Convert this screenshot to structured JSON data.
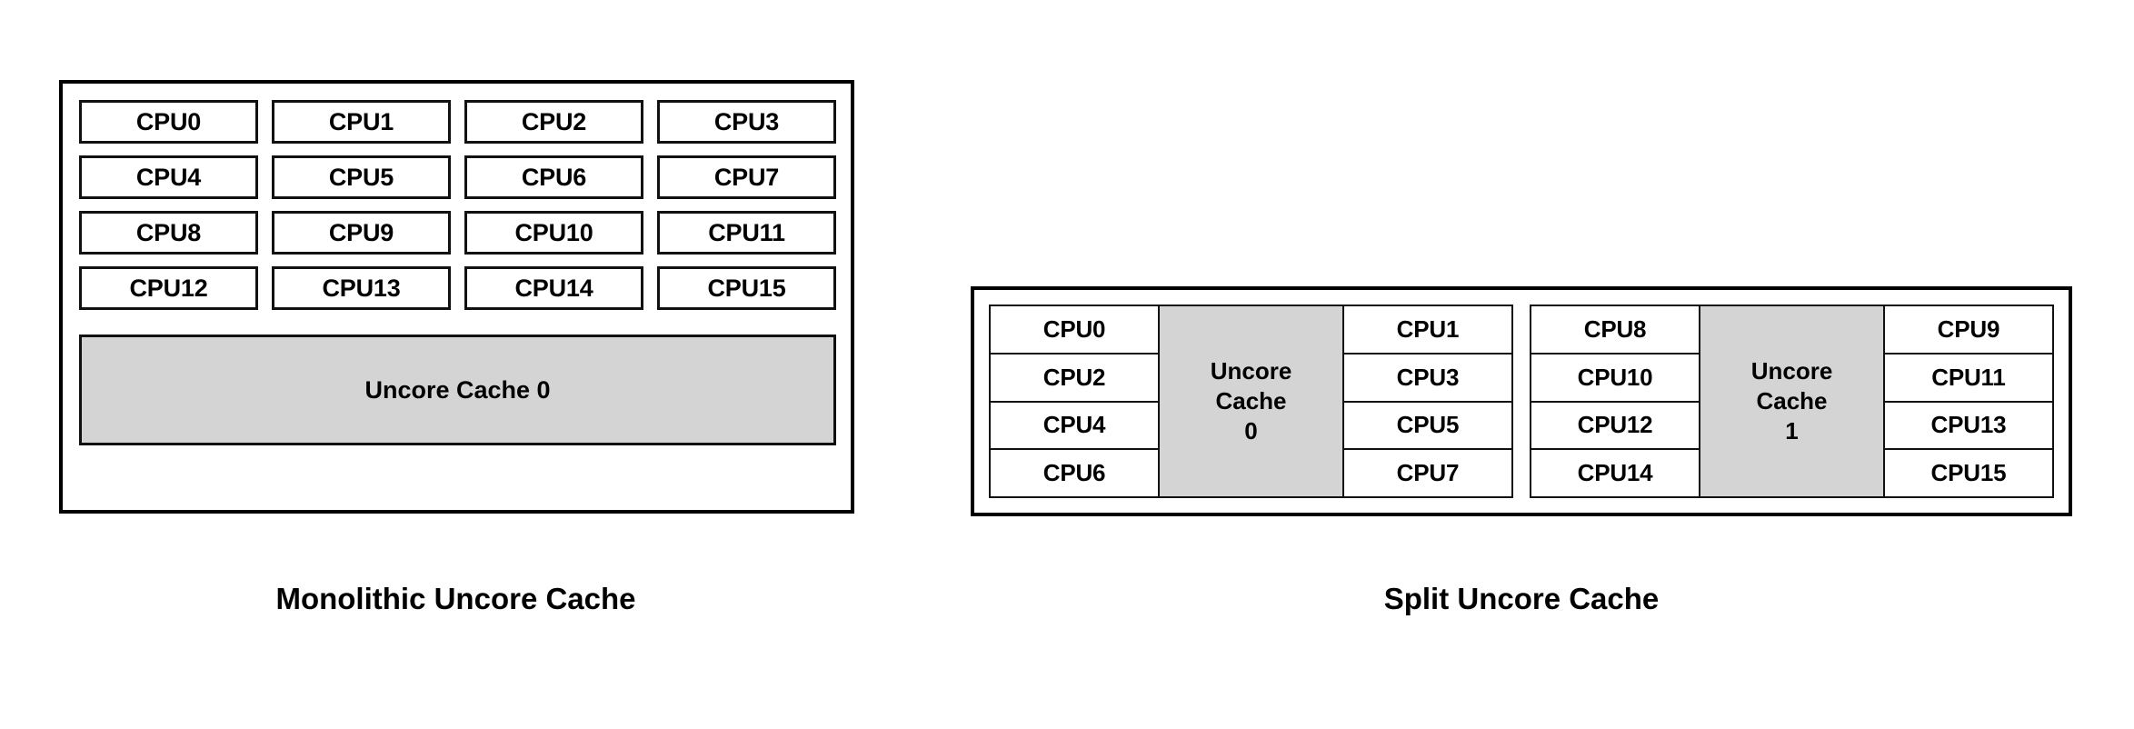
{
  "diagram": {
    "title_semantics": "uncore-cache-topology-comparison",
    "colors": {
      "border": "#000000",
      "cache_fill": "#d4d4d4",
      "cpu_fill": "#ffffff",
      "background": "#ffffff",
      "text": "#000000"
    }
  },
  "monolithic": {
    "caption": "Monolithic Uncore Cache",
    "cpu_rows": [
      [
        "CPU0",
        "CPU1",
        "CPU2",
        "CPU3"
      ],
      [
        "CPU4",
        "CPU5",
        "CPU6",
        "CPU7"
      ],
      [
        "CPU8",
        "CPU9",
        "CPU10",
        "CPU11"
      ],
      [
        "CPU12",
        "CPU13",
        "CPU14",
        "CPU15"
      ]
    ],
    "uncore_cache": {
      "label": "Uncore Cache 0",
      "index": "0"
    }
  },
  "split": {
    "caption": "Split Uncore Cache",
    "tiles": [
      {
        "left_cpus": [
          "CPU0",
          "CPU2",
          "CPU4",
          "CPU6"
        ],
        "cache_line1": "Uncore",
        "cache_line2": "Cache",
        "cache_line3": "0",
        "right_cpus": [
          "CPU1",
          "CPU3",
          "CPU5",
          "CPU7"
        ]
      },
      {
        "left_cpus": [
          "CPU8",
          "CPU10",
          "CPU12",
          "CPU14"
        ],
        "cache_line1": "Uncore",
        "cache_line2": "Cache",
        "cache_line3": "1",
        "right_cpus": [
          "CPU9",
          "CPU11",
          "CPU13",
          "CPU15"
        ]
      }
    ]
  }
}
